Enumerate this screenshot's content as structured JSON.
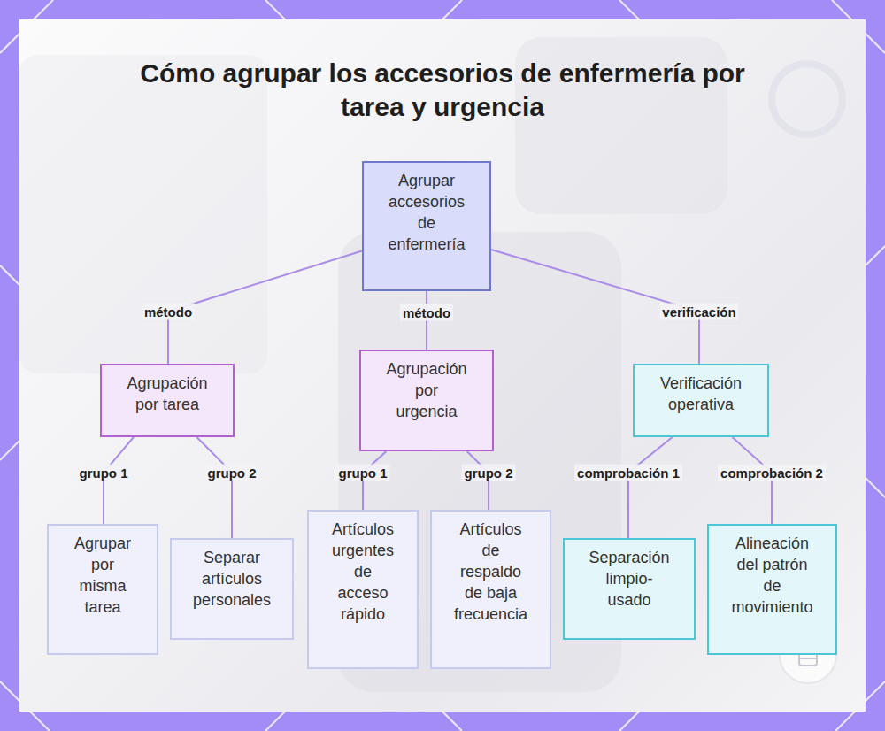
{
  "diagram": {
    "title": "Cómo agrupar los accesorios de enfermería por tarea y urgencia",
    "nodes": [
      {
        "text": [
          "Agrupar accesorios de enfermería"
        ]
      },
      {
        "text": [
          "Agrupación por tarea"
        ]
      },
      {
        "text": [
          "Agrupación por urgencia"
        ]
      },
      {
        "text": [
          "Verificación operativa"
        ]
      },
      {
        "text": [
          "Agrupar por misma tarea"
        ]
      },
      {
        "text": [
          "Separar artículos personales"
        ]
      },
      {
        "text": [
          "Artículos urgentes de acceso rápido"
        ]
      },
      {
        "text": [
          "Artículos de respaldo de baja frecuencia"
        ]
      },
      {
        "text": [
          "Separación limpio-usado"
        ]
      },
      {
        "text": [
          "Alineación del patrón de movimiento"
        ]
      }
    ],
    "edges": [
      {
        "from": 0,
        "to": 1,
        "label": "método",
        "arrow": "none"
      },
      {
        "from": 0,
        "to": 2,
        "label": "método",
        "arrow": "none"
      },
      {
        "from": 0,
        "to": 3,
        "label": "verificación",
        "arrow": "none"
      },
      {
        "from": 1,
        "to": 4,
        "label": "grupo 1",
        "arrow": "none"
      },
      {
        "from": 1,
        "to": 5,
        "label": "grupo 2",
        "arrow": "none"
      },
      {
        "from": 2,
        "to": 6,
        "label": "grupo 1",
        "arrow": "none"
      },
      {
        "from": 2,
        "to": 7,
        "label": "grupo 2",
        "arrow": "none"
      },
      {
        "from": 3,
        "to": 8,
        "label": "comprobación 1",
        "arrow": "none"
      },
      {
        "from": 3,
        "to": 9,
        "label": "comprobación 2",
        "arrow": "none"
      }
    ]
  }
}
